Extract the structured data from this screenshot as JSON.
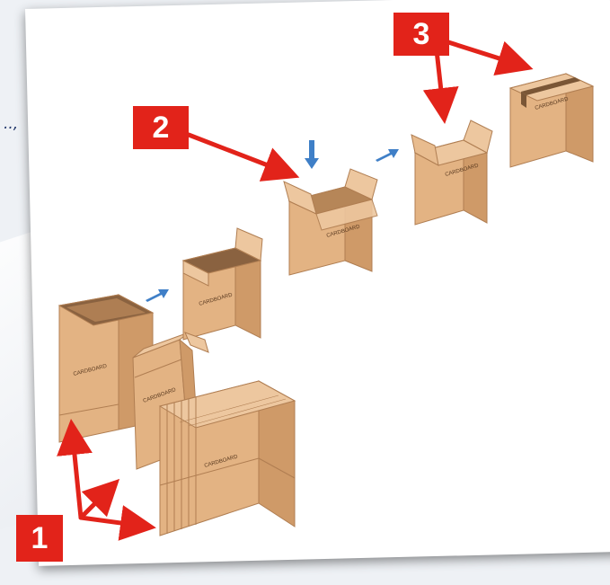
{
  "side_text": "..,",
  "box_label": "CARDBOARD",
  "colors": {
    "accent": "#e2231a",
    "flow_arrow": "#3f7fc7",
    "box_front": "#e3b383",
    "box_side": "#cf9a68",
    "box_top": "#edc79f",
    "box_edge": "#b07e52",
    "tape": "#7a5636"
  },
  "callouts": [
    {
      "number": "1"
    },
    {
      "number": "2"
    },
    {
      "number": "3"
    }
  ]
}
